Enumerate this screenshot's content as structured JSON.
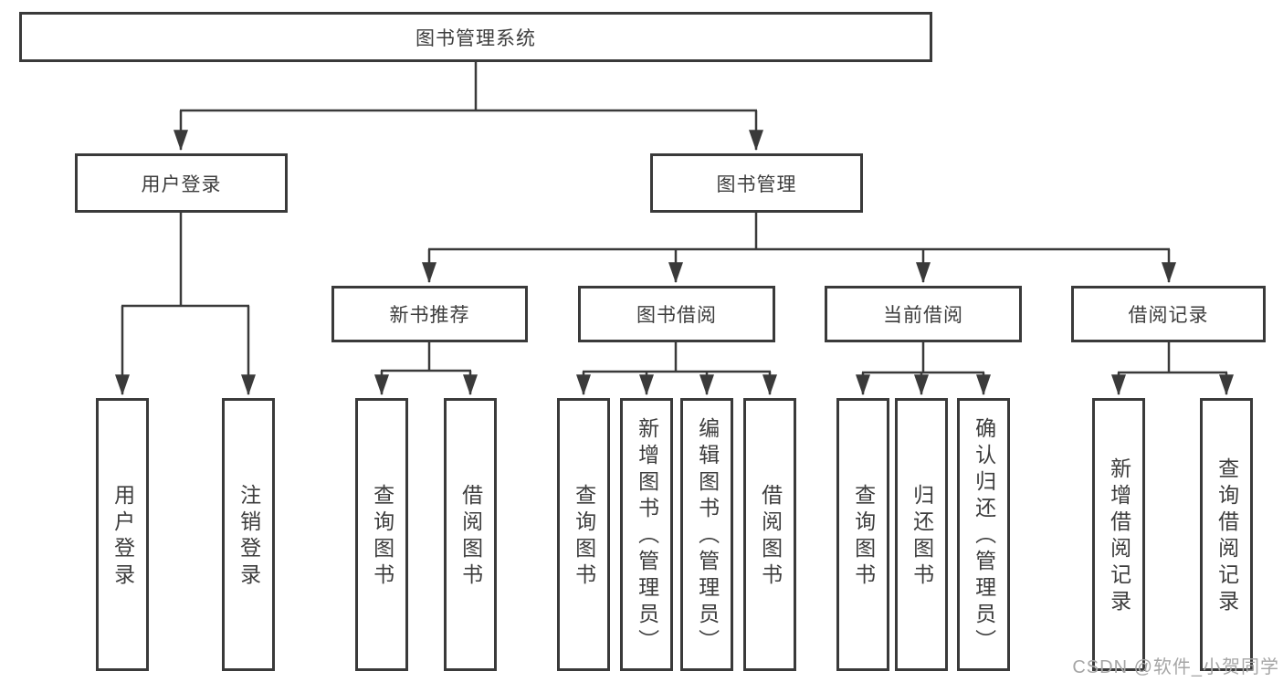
{
  "diagram": {
    "root": {
      "label": "图书管理系统"
    },
    "level2": [
      {
        "label": "用户登录"
      },
      {
        "label": "图书管理"
      }
    ],
    "level3": [
      {
        "label": "新书推荐"
      },
      {
        "label": "图书借阅"
      },
      {
        "label": "当前借阅"
      },
      {
        "label": "借阅记录"
      }
    ],
    "leaves": {
      "user_login": [
        {
          "label": "用户登录"
        },
        {
          "label": "注销登录"
        }
      ],
      "new_book_recommend": [
        {
          "label": "查询图书"
        },
        {
          "label": "借阅图书"
        }
      ],
      "book_borrow": [
        {
          "label": "查询图书"
        },
        {
          "label": "新增图书（管理员）"
        },
        {
          "label": "编辑图书（管理员）"
        },
        {
          "label": "借阅图书"
        }
      ],
      "current_borrow": [
        {
          "label": "查询图书"
        },
        {
          "label": "归还图书"
        },
        {
          "label": "确认归还（管理员）"
        }
      ],
      "borrow_records": [
        {
          "label": "新增借阅记录"
        },
        {
          "label": "查询借阅记录"
        }
      ]
    },
    "line_color": "#3a3a3a"
  },
  "watermark": {
    "text": "CSDN @软件_小贺同学"
  }
}
